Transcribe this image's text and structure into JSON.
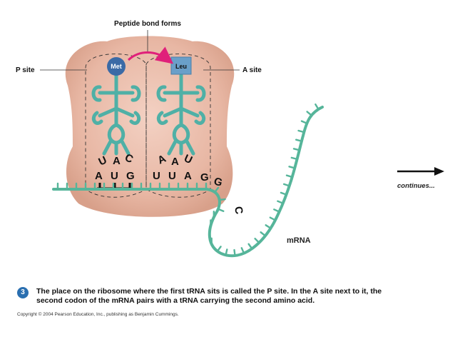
{
  "labels": {
    "peptide_bond": "Peptide bond forms",
    "p_site": "P site",
    "a_site": "A site",
    "mrna": "mRNA",
    "continues": "continues..."
  },
  "amino_acids": {
    "p": "Met",
    "a": "Leu"
  },
  "anticodons": {
    "p": [
      "U",
      "A",
      "C"
    ],
    "a": [
      "A",
      "A",
      "U"
    ]
  },
  "codons": {
    "first": [
      "A",
      "U",
      "G"
    ],
    "second": [
      "U",
      "U",
      "A"
    ],
    "following": [
      "G",
      "G",
      "C"
    ]
  },
  "caption": {
    "step": "3",
    "text": "The place on the ribosome where the first tRNA sits is called the P site. In the A site next to it, the second codon of the mRNA pairs with a tRNA carrying the second amino acid."
  },
  "copyright": "Copyright © 2004 Pearson Education, Inc., publishing as Benjamin Cummings.",
  "colors": {
    "ribosome": "#e8b7a4",
    "trna": "#4fb0a6",
    "mrna": "#56b59a",
    "met": "#3b6aa6",
    "leu": "#6a9fc9",
    "arrow": "#e0207a"
  }
}
